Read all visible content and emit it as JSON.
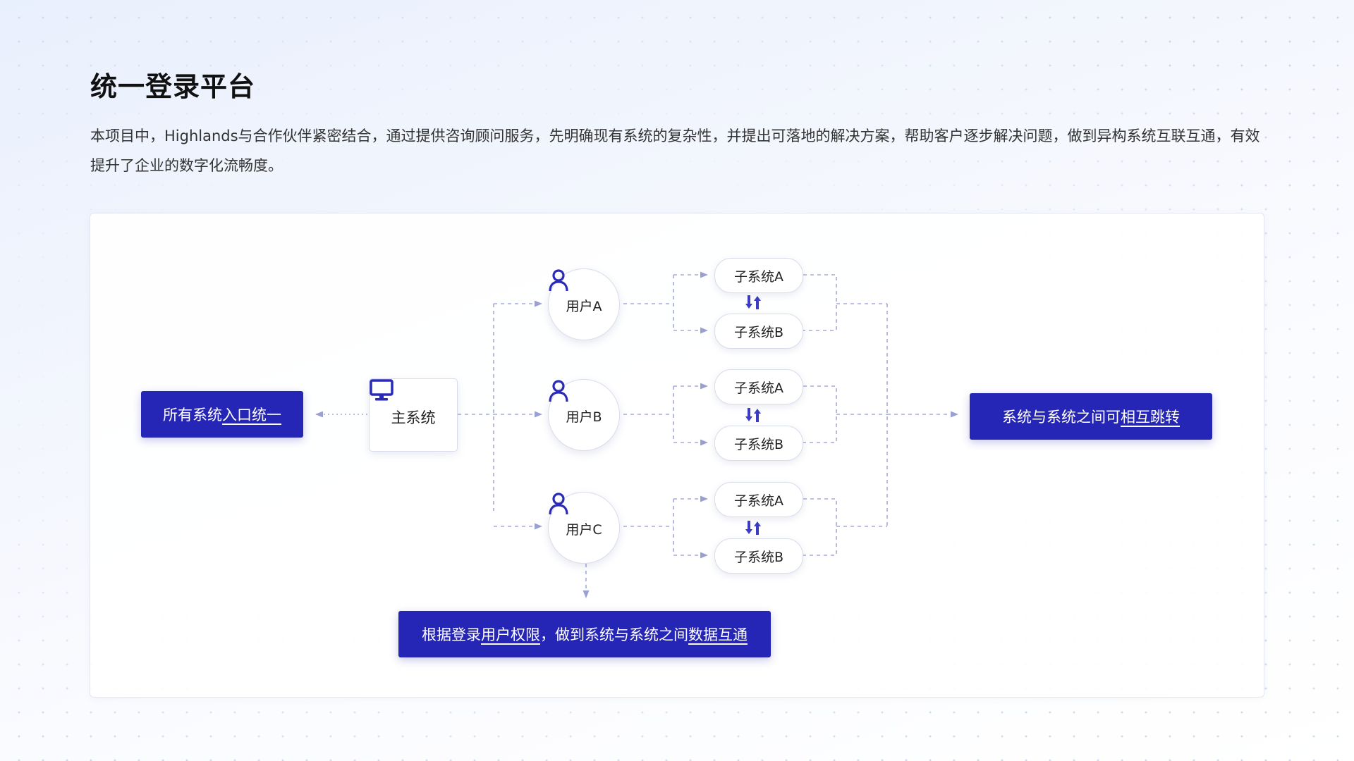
{
  "title": "统一登录平台",
  "intro": "本项目中，Highlands与合作伙伴紧密结合，通过提供咨询顾问服务，先明确现有系统的复杂性，并提出可落地的解决方案，帮助客户逐步解决问题，做到异构系统互联互通，有效提升了企业的数字化流畅度。",
  "diagram": {
    "left_callout": {
      "text": "所有系统",
      "underlined": "入口统一"
    },
    "main_system": {
      "label": "主系统",
      "icon": "monitor-icon"
    },
    "users": [
      {
        "label": "用户A",
        "icon": "user-icon",
        "subsystems": [
          "子系统A",
          "子系统B"
        ]
      },
      {
        "label": "用户B",
        "icon": "user-icon",
        "subsystems": [
          "子系统A",
          "子系统B"
        ]
      },
      {
        "label": "用户C",
        "icon": "user-icon",
        "subsystems": [
          "子系统A",
          "子系统B"
        ]
      }
    ],
    "right_callout": {
      "text": "系统与系统之间可",
      "underlined": "相互跳转"
    },
    "bottom_callout": {
      "part1": "根据登录",
      "underlined1": "用户权限",
      "part2": "，做到系统与系统之间",
      "underlined2": "数据互通"
    }
  },
  "colors": {
    "accent": "#2626b6",
    "connector": "#9aa0d4",
    "icon": "#2a2ab8"
  }
}
